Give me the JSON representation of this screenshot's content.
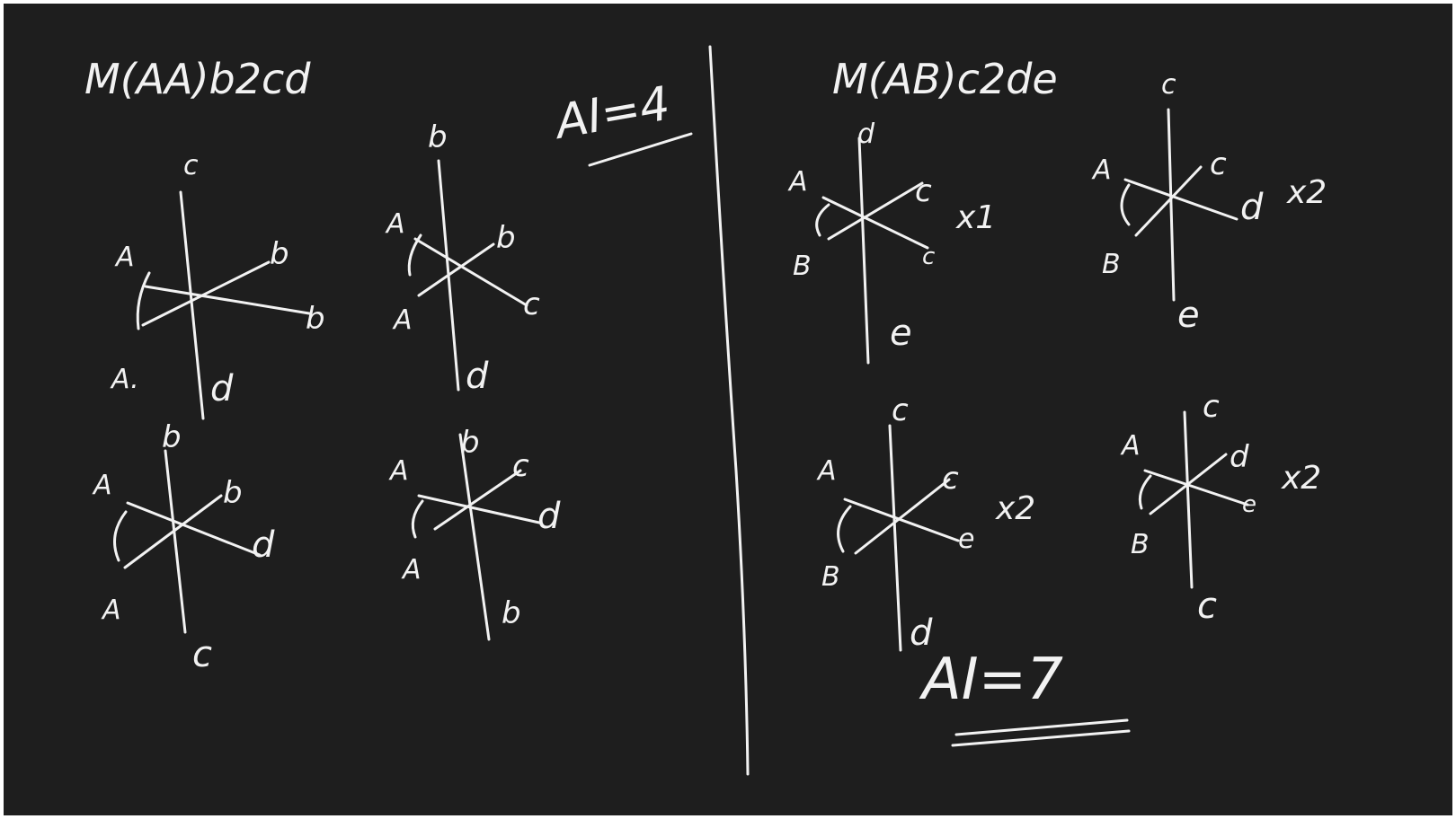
{
  "left_panel": {
    "formula": "M(AA)b2cd",
    "ai_result": "AI=4",
    "structures": [
      {
        "labels": {
          "top": "c",
          "upper_left": "A",
          "upper_right": "b",
          "right": "b",
          "lower_left": "A.",
          "bottom": "d"
        }
      },
      {
        "labels": {
          "top": "b",
          "upper_left": "A",
          "upper_right": "b",
          "lower_left": "A",
          "right": "c",
          "bottom": "d"
        }
      },
      {
        "labels": {
          "top": "b",
          "upper_left": "A",
          "upper_right": "b",
          "right": "d",
          "lower_left": "A",
          "bottom": "c"
        }
      },
      {
        "labels": {
          "top": "b",
          "upper_left": "A",
          "upper_right": "c",
          "right": "d",
          "lower_left": "A",
          "bottom": "b"
        }
      }
    ]
  },
  "right_panel": {
    "formula": "M(AB)c2de",
    "ai_result": "AI=7",
    "structures": [
      {
        "labels": {
          "top": "d",
          "upper_left": "A",
          "upper_right": "c",
          "lower_left": "B",
          "lower_right": "c",
          "bottom": "e"
        },
        "multiplier": "x1"
      },
      {
        "labels": {
          "top": "c",
          "upper_left": "A",
          "upper_right": "c",
          "right": "d",
          "lower_left": "B",
          "bottom": "e"
        },
        "multiplier": "x2"
      },
      {
        "labels": {
          "top": "c",
          "upper_left": "A",
          "upper_right": "c",
          "right": "e",
          "lower_left": "B",
          "bottom": "d"
        },
        "multiplier": "x2"
      },
      {
        "labels": {
          "top": "c",
          "upper_left": "A",
          "upper_right": "d",
          "right": "e",
          "lower_left": "B",
          "bottom": "c"
        },
        "multiplier": "x2"
      }
    ]
  }
}
